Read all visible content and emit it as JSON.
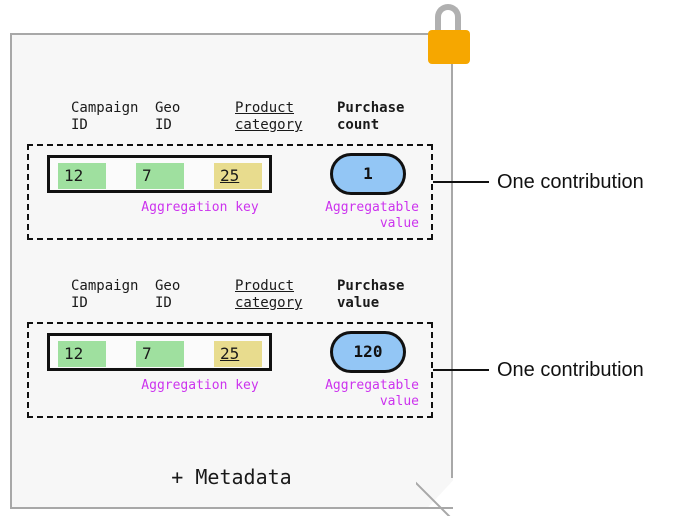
{
  "document": {
    "background_color": "#f7f7f7",
    "border_color": "#a8a8a8",
    "metadata_label": "+ Metadata"
  },
  "lock_icon": {
    "name": "padlock-icon",
    "body_color": "#f6a700",
    "shackle_color": "#b0b0b0"
  },
  "colors": {
    "chip_green": "#9fe09f",
    "chip_khaki": "#e8dc8e",
    "pill_blue": "#93c6f5",
    "caption_purple": "#cc33ee",
    "outline_black": "#111111"
  },
  "contributions": [
    {
      "headers": {
        "campaign_id": "Campaign\nID",
        "geo_id": "Geo\nID",
        "product_category": "Product\ncategory",
        "metric": "Purchase\ncount"
      },
      "key_values": {
        "campaign_id": "12",
        "geo_id": "7",
        "product_category": "25"
      },
      "aggregatable_value": "1",
      "captions": {
        "key": "Aggregation key",
        "value": "Aggregatable\nvalue"
      },
      "annotation": "One contribution"
    },
    {
      "headers": {
        "campaign_id": "Campaign\nID",
        "geo_id": "Geo\nID",
        "product_category": "Product\ncategory",
        "metric": "Purchase\nvalue"
      },
      "key_values": {
        "campaign_id": "12",
        "geo_id": "7",
        "product_category": "25"
      },
      "aggregatable_value": "120",
      "captions": {
        "key": "Aggregation key",
        "value": "Aggregatable\nvalue"
      },
      "annotation": "One contribution"
    }
  ]
}
